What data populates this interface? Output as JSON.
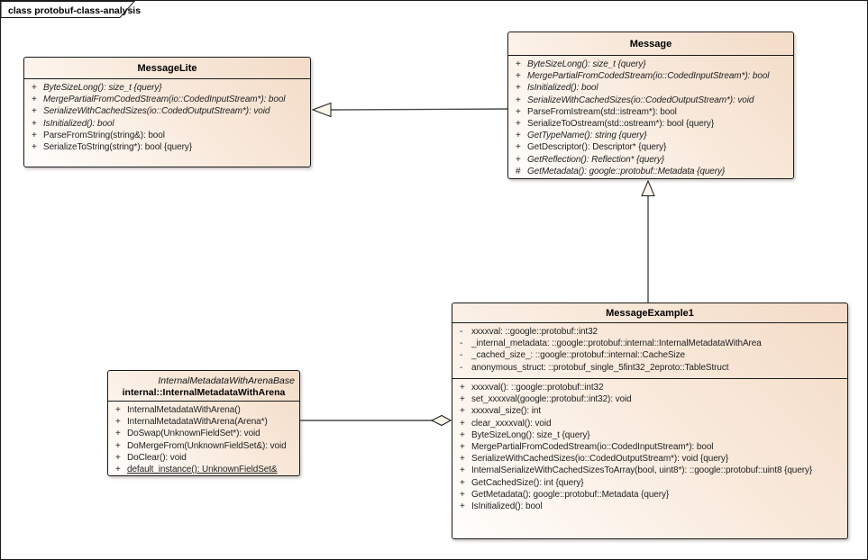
{
  "frame": {
    "title": "class protobuf-class-analysis"
  },
  "colors": {
    "box_fill_dark": "#f3dcc8",
    "box_fill_light": "#fffefc",
    "box_border": "#1a1a1a",
    "connector_line": "#4a4a4a",
    "arrowhead_fill": "#fcf5ec",
    "background": "#ffffff"
  },
  "classes": [
    {
      "name": "MessageLite",
      "attributes": [],
      "methods": [
        {
          "vis": "+",
          "text": "ByteSizeLong(): size_t {query}",
          "italic": true
        },
        {
          "vis": "+",
          "text": "MergePartialFromCodedStream(io::CodedInputStream*): bool",
          "italic": true
        },
        {
          "vis": "+",
          "text": "SerializeWithCachedSizes(io::CodedOutputStream*): void",
          "italic": true
        },
        {
          "vis": "+",
          "text": "IsInitialized(): bool",
          "italic": true
        },
        {
          "vis": "+",
          "text": "ParseFromString(string&): bool",
          "italic": false
        },
        {
          "vis": "+",
          "text": "SerializeToString(string*): bool {query}",
          "italic": false
        }
      ]
    },
    {
      "name": "Message",
      "attributes": [],
      "methods": [
        {
          "vis": "+",
          "text": "ByteSizeLong(): size_t {query}",
          "italic": true
        },
        {
          "vis": "+",
          "text": "MergePartialFromCodedStream(io::CodedInputStream*): bool",
          "italic": true
        },
        {
          "vis": "+",
          "text": "IsInitialized(): bool",
          "italic": true
        },
        {
          "vis": "+",
          "text": "SerializeWithCachedSizes(io::CodedOutputStream*): void",
          "italic": true
        },
        {
          "vis": "+",
          "text": "ParseFromIstream(std::istream*): bool",
          "italic": false
        },
        {
          "vis": "+",
          "text": "SerializeToOstream(std::ostream*): bool {query}",
          "italic": false
        },
        {
          "vis": "+",
          "text": "GetTypeName(): string {query}",
          "italic": true
        },
        {
          "vis": "+",
          "text": "GetDescriptor(): Descriptor* {query}",
          "italic": false
        },
        {
          "vis": "+",
          "text": "GetReflection(): Reflection* {query}",
          "italic": true
        },
        {
          "vis": "#",
          "text": "GetMetadata(): google::protobuf::Metadata {query}",
          "italic": true
        }
      ]
    },
    {
      "name": "MessageExample1",
      "attributes": [
        {
          "vis": "-",
          "text": "xxxxval: ::google::protobuf::int32",
          "italic": false
        },
        {
          "vis": "-",
          "text": "_internal_metadata: ::google::protobuf::internal::InternalMetadataWithArea",
          "italic": false
        },
        {
          "vis": "-",
          "text": "_cached_size_: ::google::protobuf::internal::CacheSize",
          "italic": false
        },
        {
          "vis": "-",
          "text": "anonymous_struct: ::protobuf_single_5fint32_2eproto::TableStruct",
          "italic": false
        }
      ],
      "methods": [
        {
          "vis": "+",
          "text": "xxxxval(): ::google::protobuf::int32",
          "italic": false
        },
        {
          "vis": "+",
          "text": "set_xxxxval(google::protobuf::int32): void",
          "italic": false
        },
        {
          "vis": "+",
          "text": "xxxxval_size(): int",
          "italic": false
        },
        {
          "vis": "+",
          "text": "clear_xxxxval(): void",
          "italic": false
        },
        {
          "vis": "+",
          "text": "ByteSizeLong(): size_t {query}",
          "italic": false
        },
        {
          "vis": "+",
          "text": "MergePartialFromCodedStream(io::CodedInputStream*): bool",
          "italic": false
        },
        {
          "vis": "+",
          "text": "SerializeWithCachedSizes(io::CodedOutputStream*): void {query}",
          "italic": false
        },
        {
          "vis": "+",
          "text": "InternalSerializeWithCachedSizesToArray(bool, uint8*): ::google::protobuf::uint8 {query}",
          "italic": false
        },
        {
          "vis": "+",
          "text": "GetCachedSize(): int {query}",
          "italic": false
        },
        {
          "vis": "+",
          "text": "GetMetadata(): google::protobuf::Metadata {query}",
          "italic": false
        },
        {
          "vis": "+",
          "text": "IsInitialized(): bool",
          "italic": false
        }
      ]
    },
    {
      "name": "internal::InternalMetadataWithArena",
      "parent": "InternalMetadataWithArenaBase",
      "attributes": [],
      "methods": [
        {
          "vis": "+",
          "text": "InternalMetadataWithArena()",
          "italic": false
        },
        {
          "vis": "+",
          "text": "InternalMetadataWithArena(Arena*)",
          "italic": false
        },
        {
          "vis": "+",
          "text": "DoSwap(UnknownFieldSet*): void",
          "italic": false
        },
        {
          "vis": "+",
          "text": "DoMergeFrom(UnknownFieldSet&): void",
          "italic": false
        },
        {
          "vis": "+",
          "text": "DoClear(): void",
          "italic": false
        },
        {
          "vis": "+",
          "text": "default_instance(): UnknownFieldSet&",
          "italic": false,
          "underline": true
        }
      ]
    }
  ],
  "connectors": [
    {
      "type": "generalization",
      "from": "Message",
      "to": "MessageLite"
    },
    {
      "type": "generalization",
      "from": "MessageExample1",
      "to": "Message"
    },
    {
      "type": "aggregation",
      "from": "MessageExample1",
      "to": "internal::InternalMetadataWithArena"
    }
  ]
}
